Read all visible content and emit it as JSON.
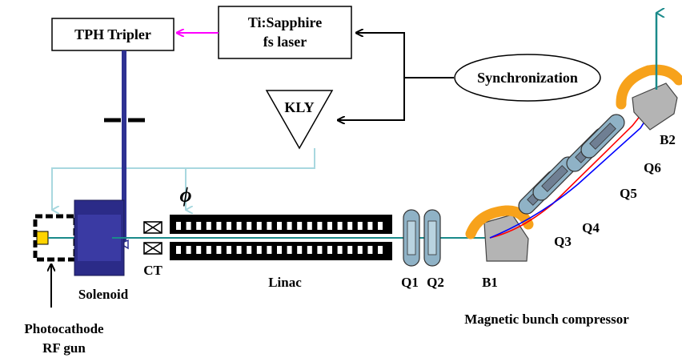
{
  "labels": {
    "tph_tripler": "TPH Tripler",
    "laser_line1": "Ti:Sapphire",
    "laser_line2": "fs laser",
    "synchronization": "Synchronization",
    "klystron": "KLY",
    "phase_symbol": "ϕ",
    "solenoid": "Solenoid",
    "ct": "CT",
    "linac": "Linac",
    "q1": "Q1",
    "q2": "Q2",
    "b1": "B1",
    "q3": "Q3",
    "q4": "Q4",
    "q5": "Q5",
    "q6": "Q6",
    "b2": "B2",
    "bunch_compressor": "Magnetic bunch compressor",
    "gun_line1": "Photocathode",
    "gun_line2": "RF gun"
  },
  "colors": {
    "laser_beam": "#2e3192",
    "magenta_arrow": "#ff00ff",
    "rf_line": "#a8d8df",
    "electron_beam": "#1a8a8a",
    "solenoid": "#2b2b88",
    "quadrupole": "#8fb2c6",
    "dipole_coil": "#f7a21b",
    "dipole_yoke": "#b4b4b4",
    "red_trajectory": "#ff0000",
    "blue_trajectory": "#0000ff"
  }
}
